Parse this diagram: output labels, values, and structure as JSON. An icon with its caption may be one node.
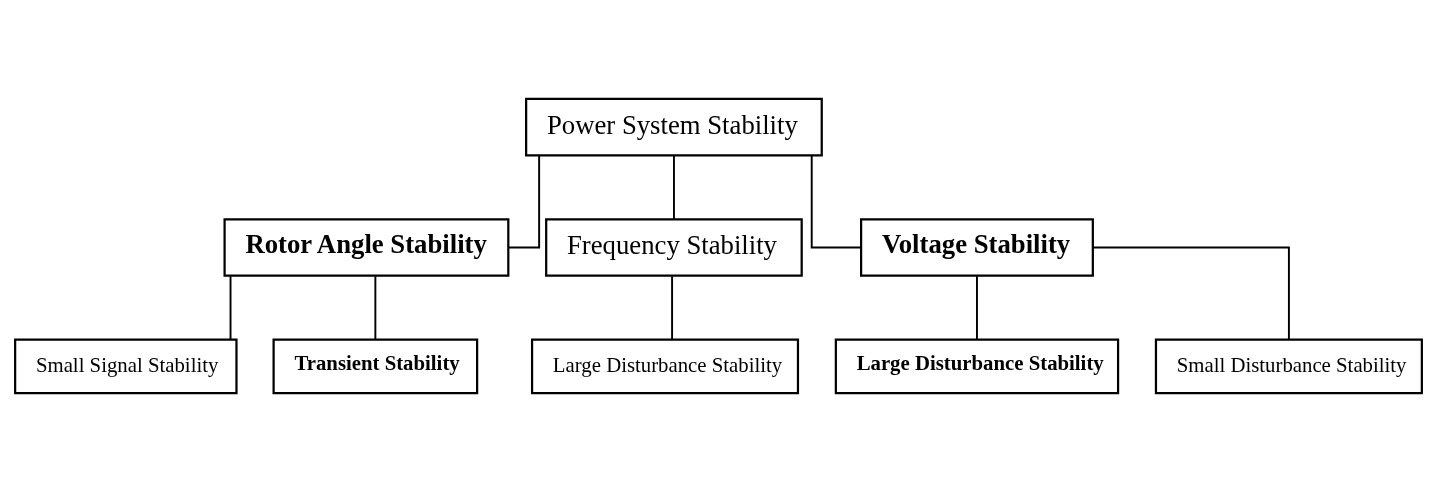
{
  "diagram": {
    "nodes": [
      {
        "text": [
          "Power System Stability"
        ]
      },
      {
        "text": [
          "Rotor Angle Stability"
        ]
      },
      {
        "text": [
          "Frequency Stability"
        ]
      },
      {
        "text": [
          "Voltage Stability"
        ]
      },
      {
        "text": [
          "Small Signal Stability"
        ]
      },
      {
        "text": [
          "Transient Stability"
        ]
      },
      {
        "text": [
          "Large Disturbance Stability"
        ]
      },
      {
        "text": [
          "Large Disturbance Stability"
        ]
      },
      {
        "text": [
          "Small Disturbance Stability"
        ]
      }
    ],
    "edges": [
      {
        "from": 0,
        "to": 1,
        "arrow": "none"
      },
      {
        "from": 0,
        "to": 2,
        "arrow": "none"
      },
      {
        "from": 0,
        "to": 3,
        "arrow": "none"
      },
      {
        "from": 1,
        "to": 4,
        "arrow": "none"
      },
      {
        "from": 1,
        "to": 5,
        "arrow": "none"
      },
      {
        "from": 2,
        "to": 6,
        "arrow": "none"
      },
      {
        "from": 3,
        "to": 7,
        "arrow": "none"
      },
      {
        "from": 3,
        "to": 8,
        "arrow": "none"
      }
    ]
  }
}
